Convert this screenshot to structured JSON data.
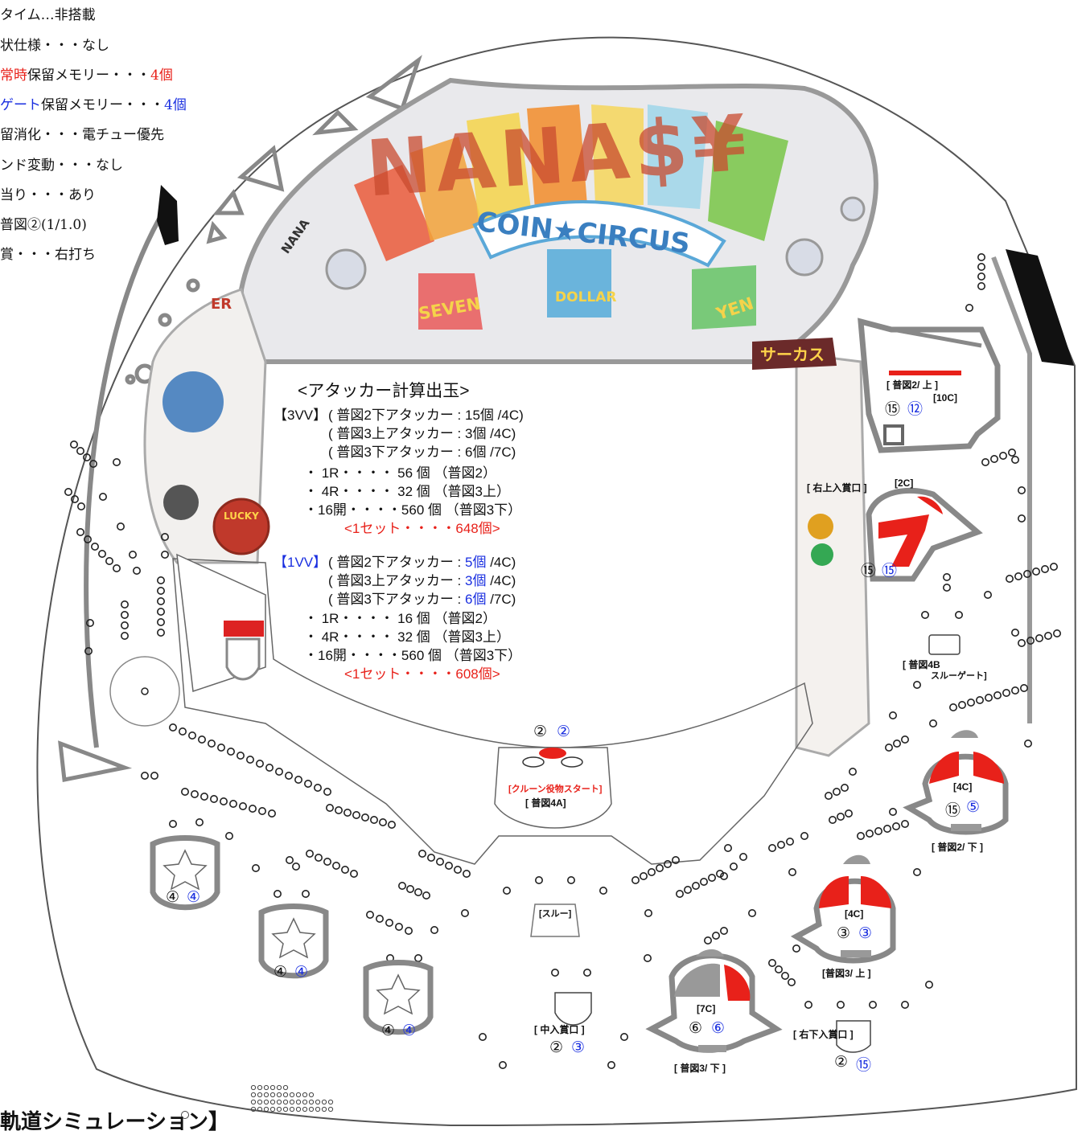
{
  "specs": [
    {
      "text": "タイム…非搭載",
      "color": "#111111"
    },
    {
      "text": "状仕様・・・なし",
      "color": "#111111"
    },
    {
      "hl": "常時",
      "hl_color": "#e8211a",
      "mid": "保留メモリー・・・",
      "end": "4個",
      "end_color": "#e8211a"
    },
    {
      "hl": "ゲート",
      "hl_color": "#1a2fe0",
      "mid": "保留メモリー・・・",
      "end": "4個",
      "end_color": "#1a2fe0"
    },
    {
      "text": "留消化・・・電チュー優先",
      "color": "#111111"
    },
    {
      "text": "ンド変動・・・なし",
      "color": "#111111"
    },
    {
      "text": "当り・・・あり",
      "color": "#111111"
    },
    {
      "text": "普図②(1/1.0)",
      "color": "#111111"
    },
    {
      "text": "賞・・・右打ち",
      "color": "#111111"
    }
  ],
  "calc": {
    "title": "<アタッカー計算出玉>",
    "vv3": {
      "head": "【3VV】",
      "attackers": [
        "( 普図2下アタッカー : 15個 /4C)",
        "( 普図3上アタッカー : 3個 /4C)",
        "( 普図3下アタッカー : 6個 /7C)"
      ],
      "rounds": [
        "・  1R・・・・ 56 個 （普図2）",
        "・  4R・・・・ 32 個 （普図3上）",
        "・16開・・・・560 個 （普図3下）"
      ],
      "total": "<1セット・・・・648個>"
    },
    "vv1": {
      "head": "【1VV】",
      "attackers": [
        {
          "pre": "( 普図2下アタッカー : ",
          "val": "5個",
          "post": " /4C)"
        },
        {
          "pre": "( 普図3上アタッカー : ",
          "val": "3個",
          "post": " /4C)"
        },
        {
          "pre": "( 普図3下アタッカー : ",
          "val": "6個",
          "post": " /7C)"
        }
      ],
      "rounds": [
        "・  1R・・・・ 16 個 （普図2）",
        "・  4R・・・・ 32 個 （普図3上）",
        "・16開・・・・560 個 （普図3下）"
      ],
      "total": "<1セット・・・・608個>"
    }
  },
  "logo": {
    "main": "NANA$¥",
    "sub": "COIN★CIRCUS",
    "seven": "SEVEN",
    "dollar": "DOLLAR",
    "yen": "YEN",
    "circus": "サーカス",
    "lucky": "LUCKY",
    "nana": "NANA",
    "er": "ER"
  },
  "pockets": {
    "top_right": {
      "label": "[ 普図2/ 上 ]",
      "count": "[10C]",
      "a": "⑮",
      "b": "⑫"
    },
    "upper_right": {
      "label": "[ 右上入賞口 ]",
      "count": "[2C]",
      "a": "⑮",
      "b": "⑮"
    },
    "gate4b": {
      "label": "[ 普図4B",
      "label2": "スルーゲート]"
    },
    "attacker2_lower": {
      "count": "[4C]",
      "a": "⑮",
      "b": "⑤",
      "label": "[ 普図2/ 下 ]"
    },
    "attacker3_upper": {
      "count": "[4C]",
      "a": "③",
      "b": "③",
      "label": "[普図3/ 上 ]"
    },
    "attacker3_lower": {
      "count": "[7C]",
      "a": "⑥",
      "b": "⑥",
      "label": "[ 普図3/ 下 ]"
    },
    "right_lower": {
      "label": "[ 右下入賞口 ]",
      "a": "②",
      "b": "⑮"
    },
    "center_start": {
      "top_a": "②",
      "top_b": "②",
      "label": "[クルーン役物スタート]",
      "label2": "[ 普図4A]"
    },
    "through": {
      "label": "[スルー]"
    },
    "middle": {
      "label": "[ 中入賞口 ]",
      "a": "②",
      "b": "③"
    },
    "left_pockets": [
      {
        "a": "④",
        "b": "④"
      },
      {
        "a": "④",
        "b": "④"
      },
      {
        "a": "④",
        "b": "④"
      }
    ]
  },
  "bottom_title": "軌道シミュレーション】"
}
